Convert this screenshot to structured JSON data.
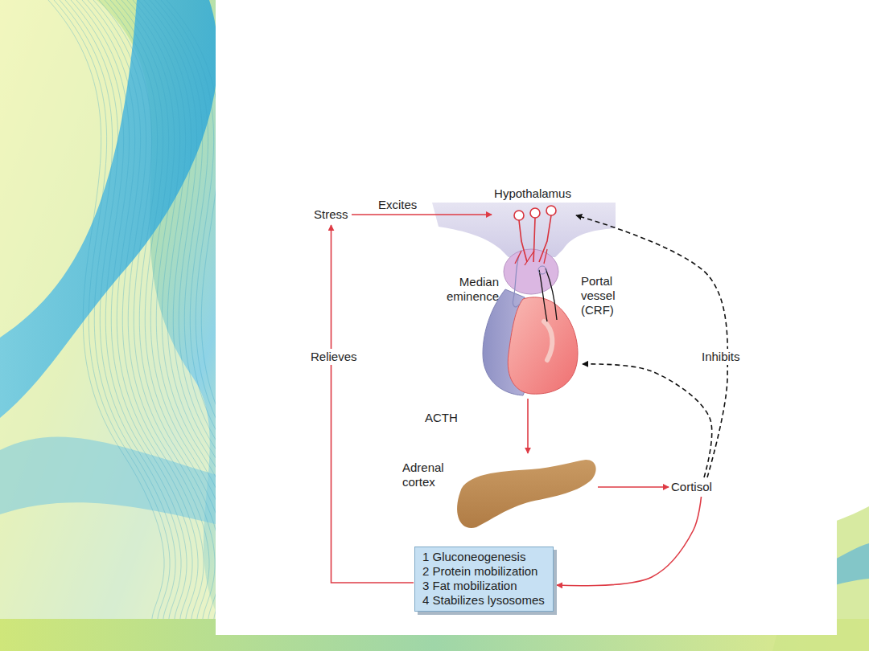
{
  "diagram": {
    "nodes": [
      {
        "text": [
          "Stress"
        ]
      },
      {
        "text": [
          "Hypothalamus"
        ]
      },
      {
        "text": [
          "Median eminence"
        ]
      },
      {
        "text": [
          "Adrenal cortex"
        ]
      },
      {
        "text": [
          "Cortisol"
        ]
      },
      {
        "text": [
          "1 Gluconeogenesis",
          "2 Protein mobilization",
          "3 Fat mobilization",
          "4 Stabilizes lysosomes"
        ]
      }
    ],
    "edges": [
      {
        "from": 0,
        "to": 1,
        "label": "Excites",
        "arrow": "to"
      },
      {
        "from": 2,
        "to": 3,
        "label": "ACTH",
        "arrow": "to"
      },
      {
        "from": 3,
        "to": 4,
        "arrow": "to"
      },
      {
        "from": 4,
        "to": 5,
        "arrow": "to"
      },
      {
        "from": 5,
        "to": 0,
        "label": "Relieves",
        "arrow": "to"
      },
      {
        "from": 4,
        "to": 1,
        "label": "Inhibits",
        "arrow": "to"
      },
      {
        "from": 4,
        "to": 2,
        "arrow": "to"
      }
    ],
    "labels": [
      "Portal vessel (CRF)"
    ]
  }
}
